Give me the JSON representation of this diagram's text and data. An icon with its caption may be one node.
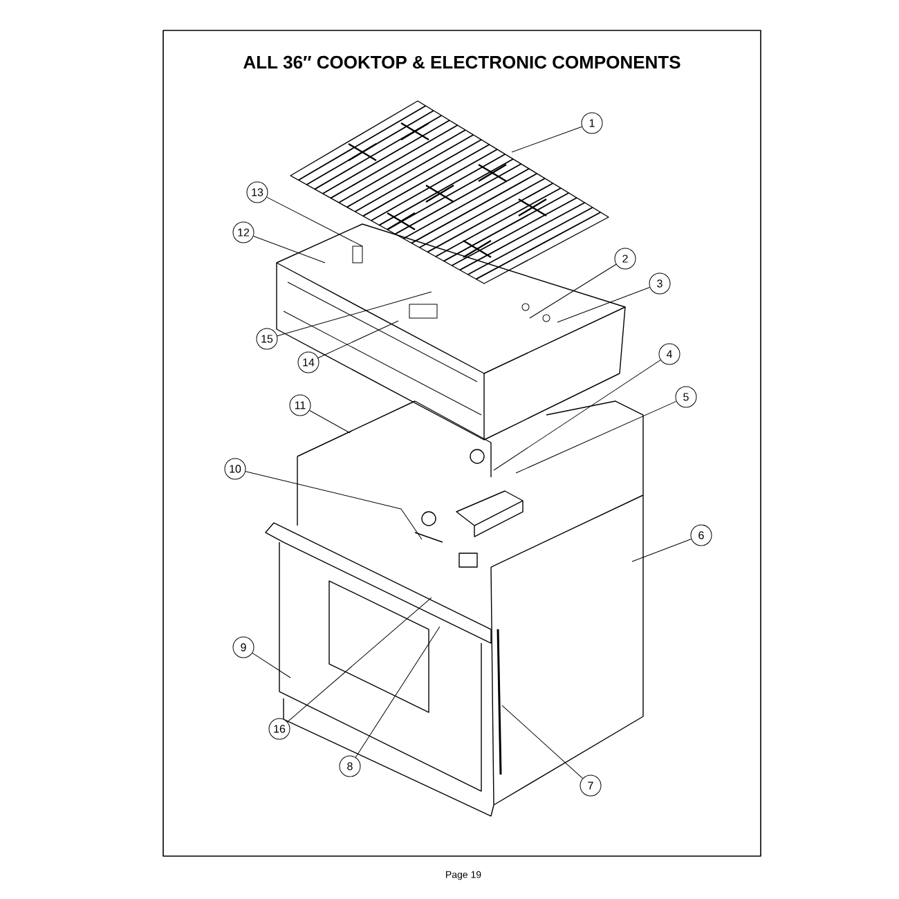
{
  "diagram": {
    "title": "ALL 36″ COOKTOP & ELECTRONIC COMPONENTS",
    "nodes": [
      {
        "text": [
          "1"
        ]
      },
      {
        "text": [
          "13"
        ]
      },
      {
        "text": [
          "12"
        ]
      },
      {
        "text": [
          "2"
        ]
      },
      {
        "text": [
          "3"
        ]
      },
      {
        "text": [
          "15"
        ]
      },
      {
        "text": [
          "14"
        ]
      },
      {
        "text": [
          "4"
        ]
      },
      {
        "text": [
          "5"
        ]
      },
      {
        "text": [
          "11"
        ]
      },
      {
        "text": [
          "10"
        ]
      },
      {
        "text": [
          "6"
        ]
      },
      {
        "text": [
          "9"
        ]
      },
      {
        "text": [
          "16"
        ]
      },
      {
        "text": [
          "8"
        ]
      },
      {
        "text": [
          "7"
        ]
      }
    ],
    "edges": [
      {
        "from": 0,
        "to": null,
        "arrow": "none"
      },
      {
        "from": 1,
        "to": null,
        "arrow": "none"
      },
      {
        "from": 2,
        "to": null,
        "arrow": "none"
      },
      {
        "from": 3,
        "to": null,
        "arrow": "none"
      },
      {
        "from": 4,
        "to": null,
        "arrow": "none"
      },
      {
        "from": 5,
        "to": null,
        "arrow": "none"
      },
      {
        "from": 6,
        "to": null,
        "arrow": "none"
      },
      {
        "from": 7,
        "to": null,
        "arrow": "none"
      },
      {
        "from": 8,
        "to": null,
        "arrow": "none"
      },
      {
        "from": 9,
        "to": null,
        "arrow": "none"
      },
      {
        "from": 10,
        "to": null,
        "arrow": "none"
      },
      {
        "from": 11,
        "to": null,
        "arrow": "none"
      },
      {
        "from": 12,
        "to": null,
        "arrow": "none"
      },
      {
        "from": 13,
        "to": null,
        "arrow": "none"
      },
      {
        "from": 14,
        "to": null,
        "arrow": "none"
      },
      {
        "from": 15,
        "to": null,
        "arrow": "none"
      }
    ],
    "labels": [
      "Page 19"
    ]
  }
}
